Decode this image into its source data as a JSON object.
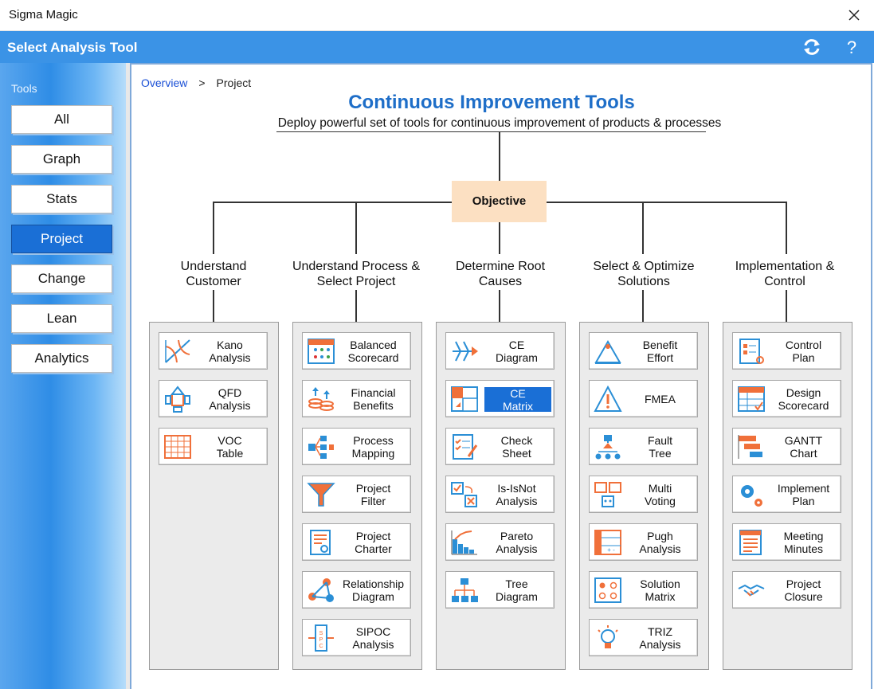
{
  "window": {
    "title": "Sigma Magic"
  },
  "header": {
    "title": "Select Analysis Tool"
  },
  "sidebar": {
    "label": "Tools",
    "items": [
      {
        "label": "All"
      },
      {
        "label": "Graph"
      },
      {
        "label": "Stats"
      },
      {
        "label": "Project",
        "active": true
      },
      {
        "label": "Change"
      },
      {
        "label": "Lean"
      },
      {
        "label": "Analytics"
      }
    ]
  },
  "breadcrumb": {
    "overview": "Overview",
    "separator": ">",
    "current": "Project"
  },
  "main": {
    "title": "Continuous Improvement Tools",
    "subtitle": "Deploy powerful set of tools for continuous improvement of products & processes",
    "objective": "Objective"
  },
  "columns": [
    {
      "label": "Understand\nCustomer",
      "tools": [
        {
          "label": "Kano\nAnalysis",
          "icon": "kano-icon"
        },
        {
          "label": "QFD\nAnalysis",
          "icon": "qfd-icon"
        },
        {
          "label": "VOC\nTable",
          "icon": "voc-table-icon"
        }
      ]
    },
    {
      "label": "Understand Process &\nSelect Project",
      "tools": [
        {
          "label": "Balanced\nScorecard",
          "icon": "scorecard-icon"
        },
        {
          "label": "Financial\nBenefits",
          "icon": "coins-icon"
        },
        {
          "label": "Process\nMapping",
          "icon": "process-map-icon"
        },
        {
          "label": "Project\nFilter",
          "icon": "funnel-icon"
        },
        {
          "label": "Project\nCharter",
          "icon": "charter-icon"
        },
        {
          "label": "Relationship\nDiagram",
          "icon": "relationship-icon"
        },
        {
          "label": "SIPOC\nAnalysis",
          "icon": "sipoc-icon"
        }
      ]
    },
    {
      "label": "Determine Root\nCauses",
      "tools": [
        {
          "label": "CE\nDiagram",
          "icon": "fishbone-icon"
        },
        {
          "label": "CE\nMatrix",
          "icon": "matrix-icon",
          "selected": true
        },
        {
          "label": "Check\nSheet",
          "icon": "checksheet-icon"
        },
        {
          "label": "Is-IsNot\nAnalysis",
          "icon": "isisnot-icon"
        },
        {
          "label": "Pareto\nAnalysis",
          "icon": "pareto-icon"
        },
        {
          "label": "Tree\nDiagram",
          "icon": "tree-icon"
        }
      ]
    },
    {
      "label": "Select & Optimize\nSolutions",
      "tools": [
        {
          "label": "Benefit\nEffort",
          "icon": "benefit-effort-icon"
        },
        {
          "label": "FMEA",
          "icon": "warning-icon"
        },
        {
          "label": "Fault\nTree",
          "icon": "fault-tree-icon"
        },
        {
          "label": "Multi\nVoting",
          "icon": "voting-icon"
        },
        {
          "label": "Pugh\nAnalysis",
          "icon": "pugh-icon"
        },
        {
          "label": "Solution\nMatrix",
          "icon": "solution-matrix-icon"
        },
        {
          "label": "TRIZ\nAnalysis",
          "icon": "lightbulb-icon"
        }
      ]
    },
    {
      "label": "Implementation &\nControl",
      "tools": [
        {
          "label": "Control\nPlan",
          "icon": "control-plan-icon"
        },
        {
          "label": "Design\nScorecard",
          "icon": "design-scorecard-icon"
        },
        {
          "label": "GANTT\nChart",
          "icon": "gantt-icon"
        },
        {
          "label": "Implement\nPlan",
          "icon": "gears-icon"
        },
        {
          "label": "Meeting\nMinutes",
          "icon": "minutes-icon"
        },
        {
          "label": "Project\nClosure",
          "icon": "handshake-icon"
        }
      ]
    }
  ],
  "colors": {
    "accent": "#1e6ec8",
    "header": "#3b93e6",
    "selected": "#1a6fd6",
    "objective": "#fce0c2",
    "icon_orange": "#f0703a",
    "icon_blue": "#2b8fd6"
  }
}
